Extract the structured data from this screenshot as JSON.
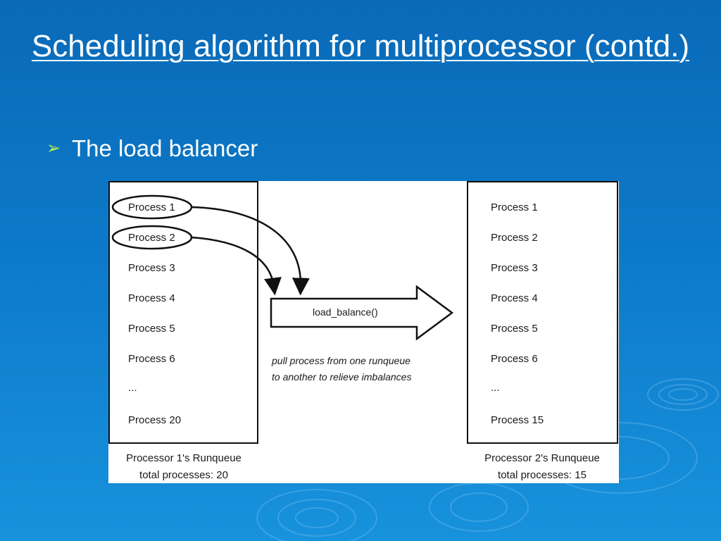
{
  "slide": {
    "title": "Scheduling algorithm for multiprocessor (contd.)",
    "bullet_icon": "arrow-bullet-icon",
    "bullet_text": "The load balancer"
  },
  "figure": {
    "left_queue": {
      "items": [
        "Process 1",
        "Process 2",
        "Process 3",
        "Process 4",
        "Process 5",
        "Process 6",
        "...",
        "Process 20"
      ],
      "caption_line1": "Processor 1's Runqueue",
      "caption_line2": "total processes:  20"
    },
    "right_queue": {
      "items": [
        "Process 1",
        "Process 2",
        "Process 3",
        "Process 4",
        "Process 5",
        "Process 6",
        "...",
        "Process 15"
      ],
      "caption_line1": "Processor 2's Runqueue",
      "caption_line2": "total processes:  15"
    },
    "arrow_label": "load_balance()",
    "note_line1": "pull process from one runqueue",
    "note_line2": "to another to relieve imbalances"
  }
}
